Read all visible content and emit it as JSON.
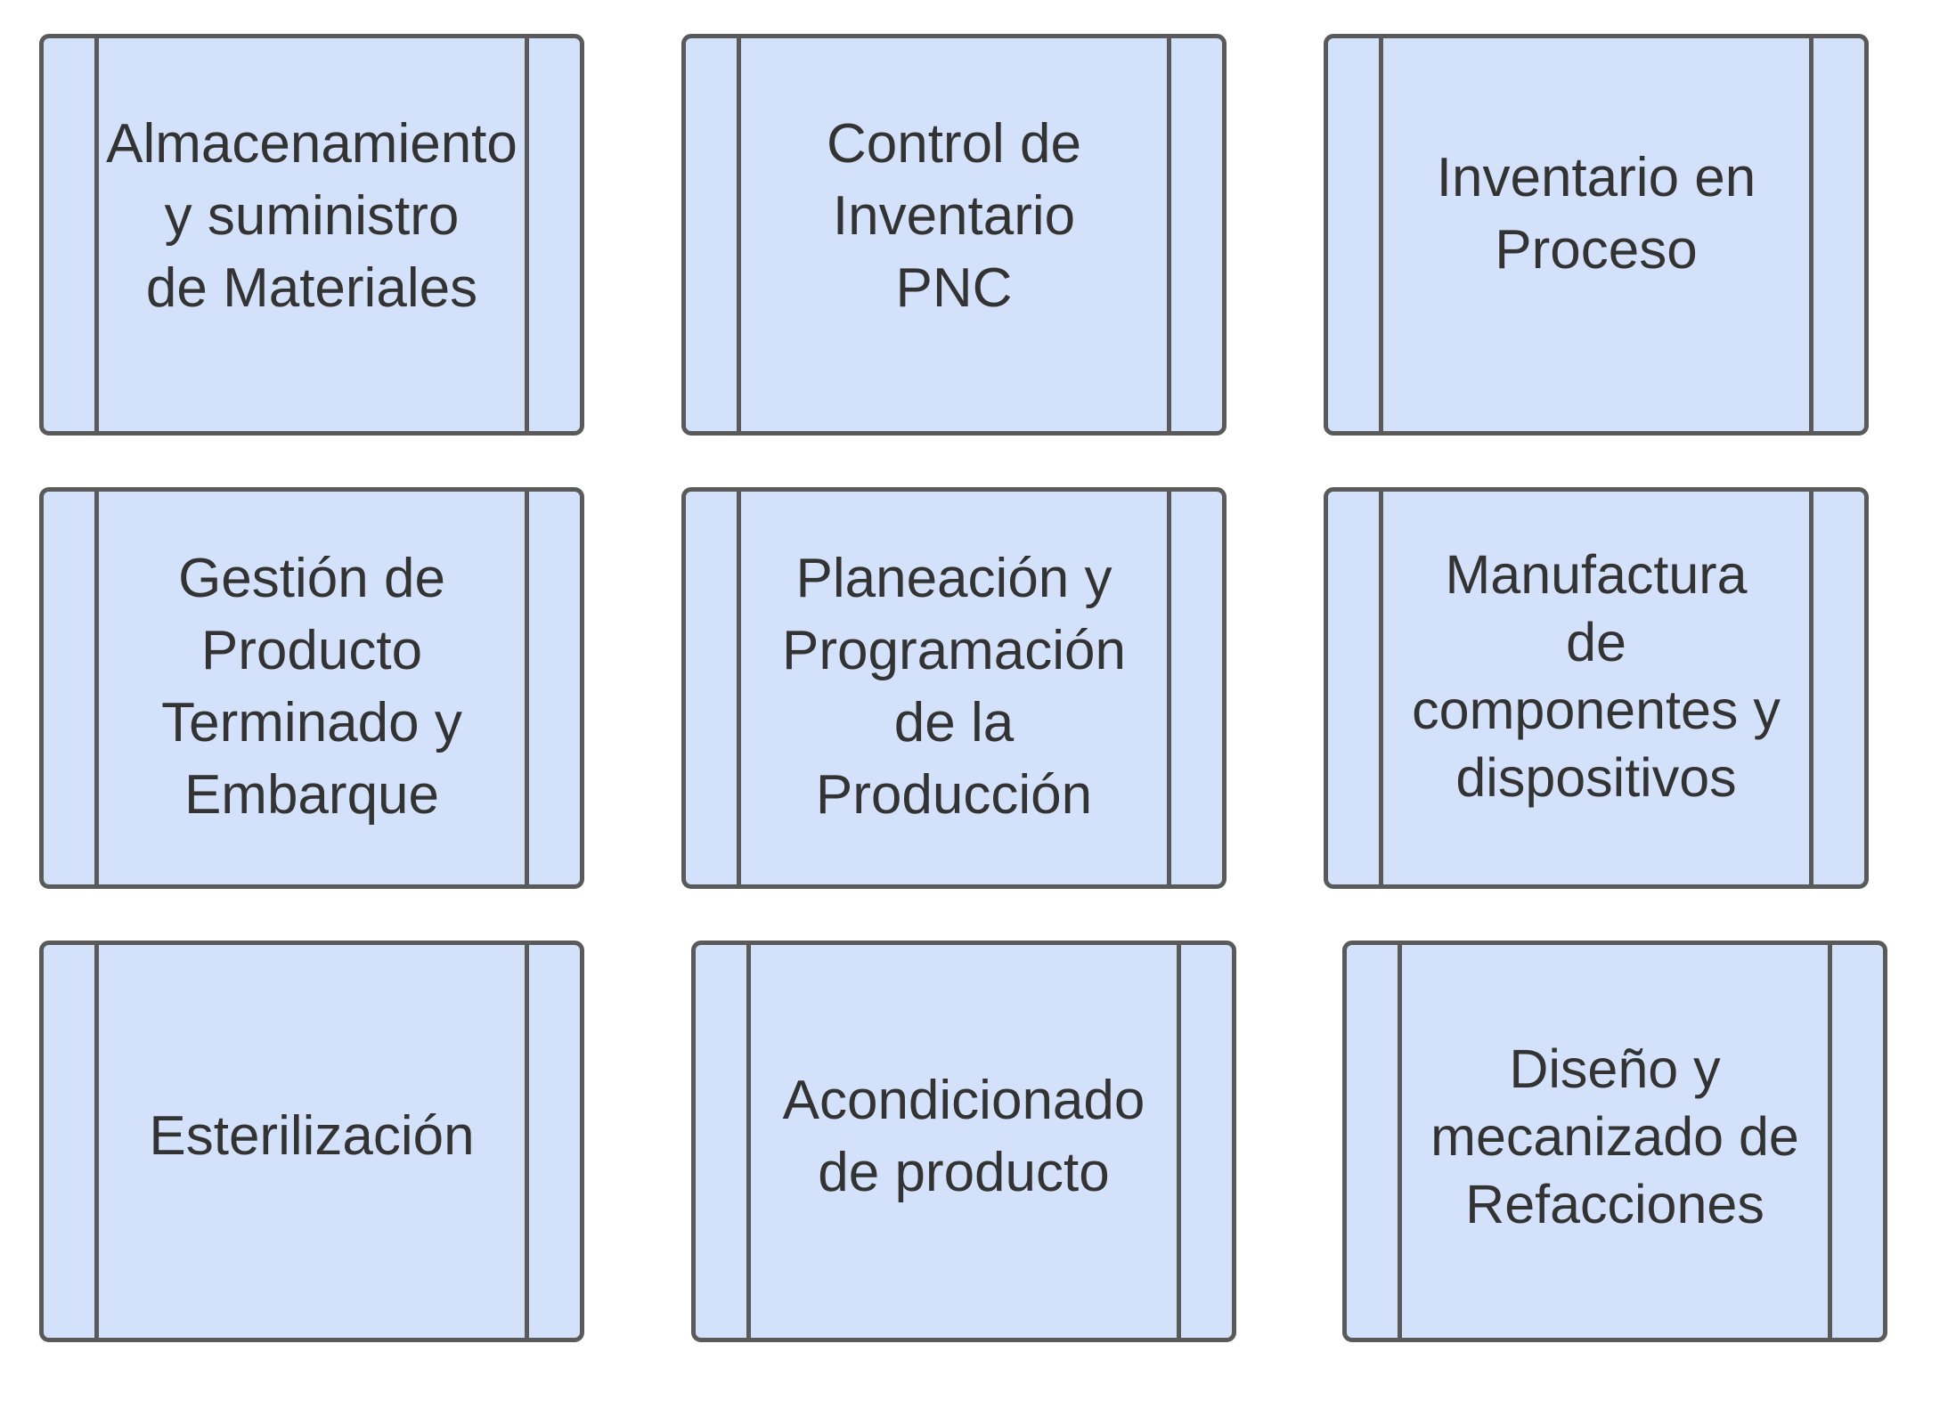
{
  "boxes": [
    {
      "id": "almacenamiento",
      "label": "Almacenamiento\ny suministro\nde Materiales"
    },
    {
      "id": "control-inventario",
      "label": "Control de\nInventario\nPNC"
    },
    {
      "id": "inventario-proceso",
      "label": "Inventario en\nProceso"
    },
    {
      "id": "gestion-producto",
      "label": "Gestión de\nProducto\nTerminado y\nEmbarque"
    },
    {
      "id": "planeacion",
      "label": "Planeación y\nProgramación\nde la\nProducción"
    },
    {
      "id": "manufactura",
      "label": "Manufactura\nde\ncomponentes y\ndispositivos"
    },
    {
      "id": "esterilizacion",
      "label": "Esterilización"
    },
    {
      "id": "acondicionado",
      "label": "Acondicionado\nde producto"
    },
    {
      "id": "diseno",
      "label": "Diseño y\nmecanizado de\nRefacciones"
    }
  ],
  "colors": {
    "box_fill": "#d3e2fa",
    "box_border": "#5a5a5a",
    "text": "#333333",
    "background": "#ffffff"
  }
}
